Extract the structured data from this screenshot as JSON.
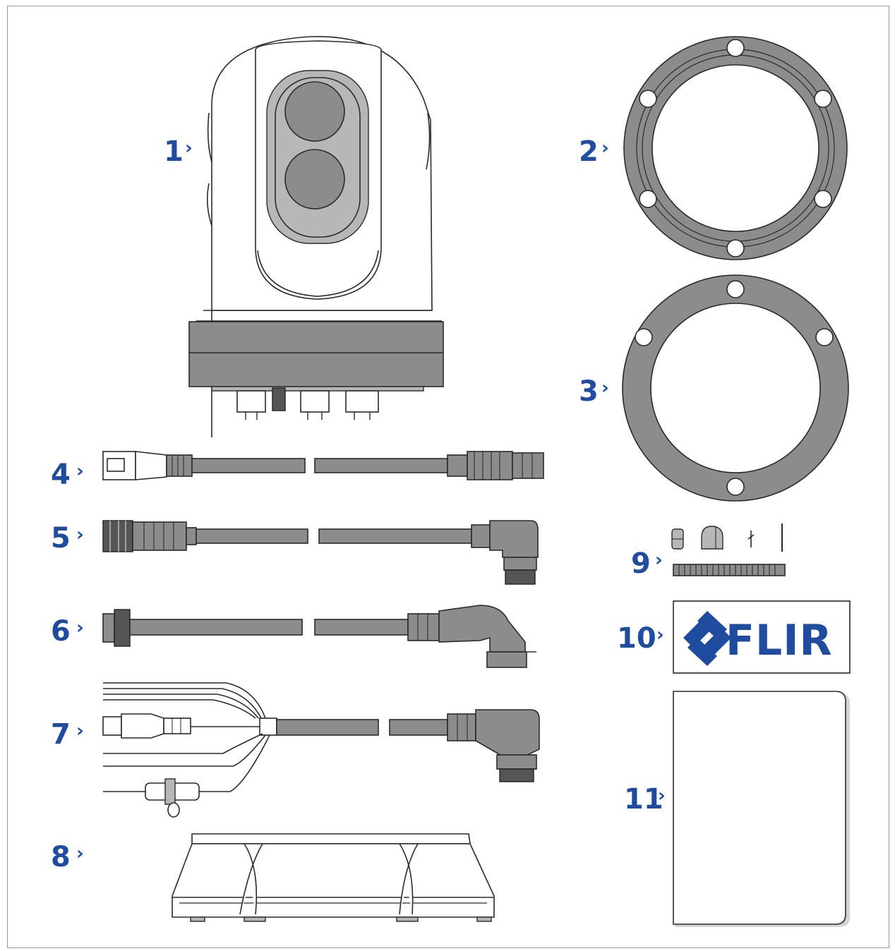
{
  "callouts": {
    "c1": "1",
    "c2": "2",
    "c3": "3",
    "c4": "4",
    "c5": "5",
    "c6": "6",
    "c7": "7",
    "c8": "8",
    "c9": "9",
    "c10": "10",
    "c11": "11",
    "arrow_glyph": "›"
  },
  "logo": {
    "text": "FLIR",
    "color": "#1f4c9e"
  },
  "colors": {
    "callout": "#1f4c9e",
    "part_fill": "#8c8c8c",
    "outline": "#2a2a2a"
  },
  "icons": {
    "camera": "thermal-camera-icon",
    "gasket_large": "mounting-gasket-icon",
    "gasket_flat": "flat-gasket-icon",
    "ethernet_cable": "ethernet-cable-icon",
    "joystick_cable": "right-angle-cable-icon",
    "video_cable": "bnc-video-cable-icon",
    "power_cable": "power-data-cable-icon",
    "mount_base": "mounting-base-icon",
    "hardware": "fixings-kit-icon",
    "flir_label": "flir-logo-icon",
    "documentation": "documentation-pack-icon"
  }
}
